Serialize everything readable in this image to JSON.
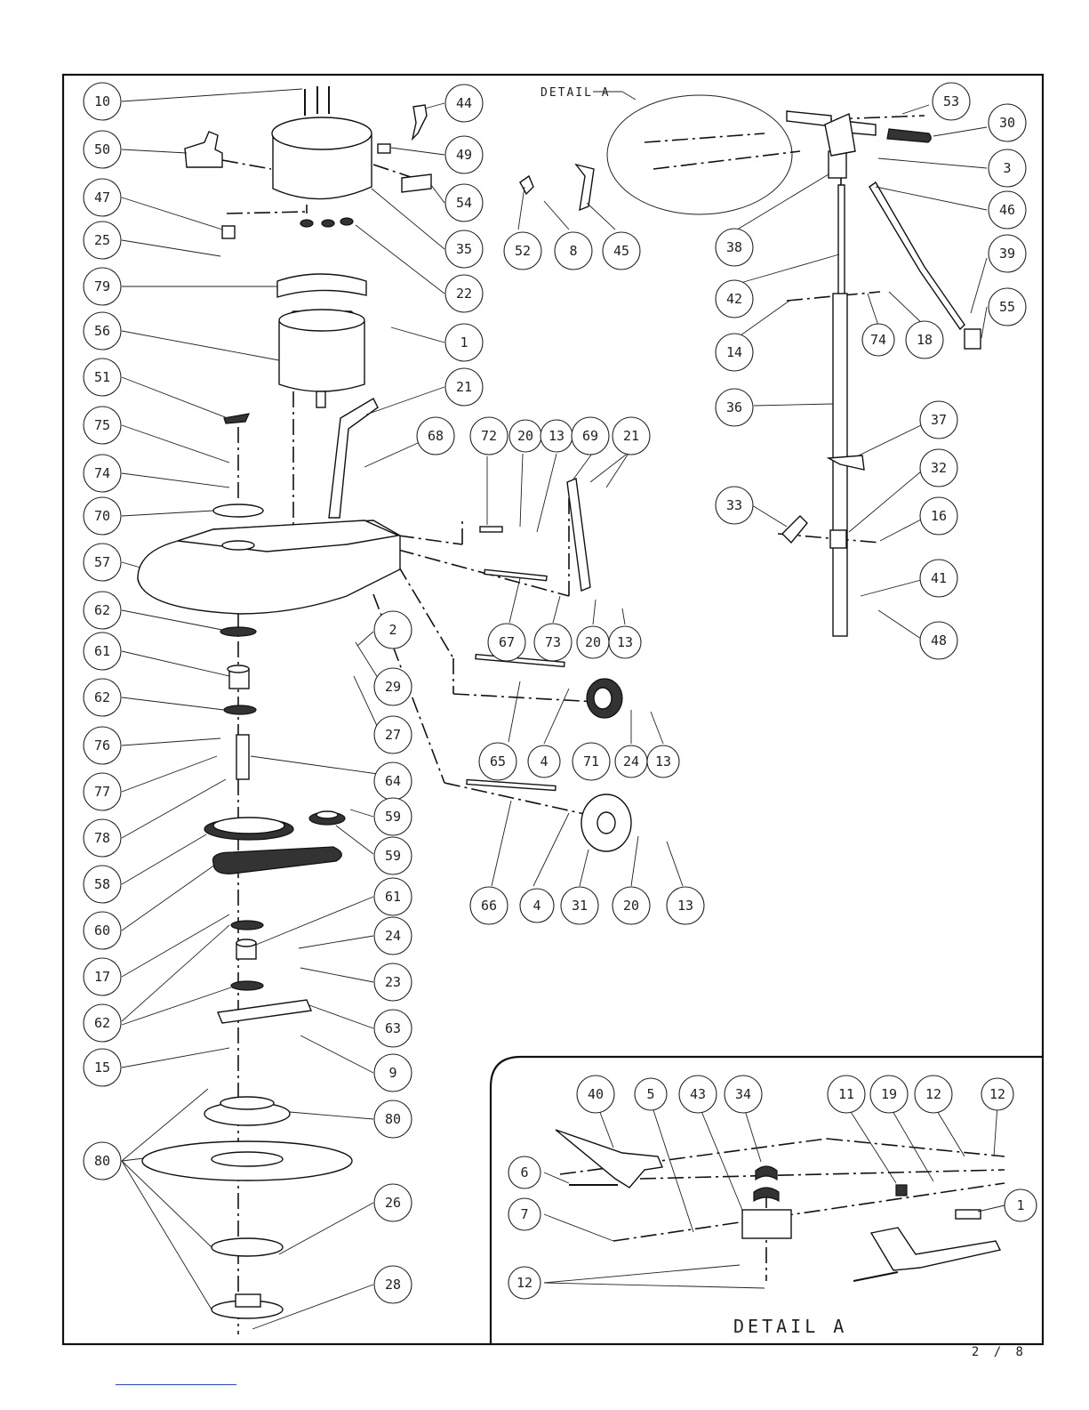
{
  "detail_label": "DETAIL A",
  "detail_inset_label": "DETAIL A",
  "page_number": "2 / 8",
  "callouts": [
    {
      "id": "c10",
      "text": "10"
    },
    {
      "id": "c50",
      "text": "50"
    },
    {
      "id": "c47",
      "text": "47"
    },
    {
      "id": "c25",
      "text": "25"
    },
    {
      "id": "c79",
      "text": "79"
    },
    {
      "id": "c56",
      "text": "56"
    },
    {
      "id": "c51",
      "text": "51"
    },
    {
      "id": "c75",
      "text": "75"
    },
    {
      "id": "c74a",
      "text": "74"
    },
    {
      "id": "c70",
      "text": "70"
    },
    {
      "id": "c57",
      "text": "57"
    },
    {
      "id": "c62a",
      "text": "62"
    },
    {
      "id": "c61a",
      "text": "61"
    },
    {
      "id": "c62b",
      "text": "62"
    },
    {
      "id": "c76",
      "text": "76"
    },
    {
      "id": "c77",
      "text": "77"
    },
    {
      "id": "c78",
      "text": "78"
    },
    {
      "id": "c58",
      "text": "58"
    },
    {
      "id": "c60",
      "text": "60"
    },
    {
      "id": "c17",
      "text": "17"
    },
    {
      "id": "c62c",
      "text": "62"
    },
    {
      "id": "c15",
      "text": "15"
    },
    {
      "id": "c80a",
      "text": "80"
    },
    {
      "id": "c44",
      "text": "44"
    },
    {
      "id": "c49",
      "text": "49"
    },
    {
      "id": "c54",
      "text": "54"
    },
    {
      "id": "c35",
      "text": "35"
    },
    {
      "id": "c22",
      "text": "22"
    },
    {
      "id": "c1a",
      "text": "1"
    },
    {
      "id": "c21a",
      "text": "21"
    },
    {
      "id": "c68",
      "text": "68"
    },
    {
      "id": "c2",
      "text": "2"
    },
    {
      "id": "c29",
      "text": "29"
    },
    {
      "id": "c27",
      "text": "27"
    },
    {
      "id": "c64",
      "text": "64"
    },
    {
      "id": "c59a",
      "text": "59"
    },
    {
      "id": "c59b",
      "text": "59"
    },
    {
      "id": "c61b",
      "text": "61"
    },
    {
      "id": "c24a",
      "text": "24"
    },
    {
      "id": "c23",
      "text": "23"
    },
    {
      "id": "c63",
      "text": "63"
    },
    {
      "id": "c9",
      "text": "9"
    },
    {
      "id": "c80b",
      "text": "80"
    },
    {
      "id": "c26",
      "text": "26"
    },
    {
      "id": "c28",
      "text": "28"
    },
    {
      "id": "c52",
      "text": "52"
    },
    {
      "id": "c8",
      "text": "8"
    },
    {
      "id": "c45",
      "text": "45"
    },
    {
      "id": "c72",
      "text": "72"
    },
    {
      "id": "c20a",
      "text": "20"
    },
    {
      "id": "c13a",
      "text": "13"
    },
    {
      "id": "c69",
      "text": "69"
    },
    {
      "id": "c21b",
      "text": "21"
    },
    {
      "id": "c67",
      "text": "67"
    },
    {
      "id": "c73",
      "text": "73"
    },
    {
      "id": "c20b",
      "text": "20"
    },
    {
      "id": "c13b",
      "text": "13"
    },
    {
      "id": "c65",
      "text": "65"
    },
    {
      "id": "c4a",
      "text": "4"
    },
    {
      "id": "c71",
      "text": "71"
    },
    {
      "id": "c24b",
      "text": "24"
    },
    {
      "id": "c13c",
      "text": "13"
    },
    {
      "id": "c66",
      "text": "66"
    },
    {
      "id": "c4b",
      "text": "4"
    },
    {
      "id": "c31",
      "text": "31"
    },
    {
      "id": "c20c",
      "text": "20"
    },
    {
      "id": "c13d",
      "text": "13"
    },
    {
      "id": "c53",
      "text": "53"
    },
    {
      "id": "c30",
      "text": "30"
    },
    {
      "id": "c3",
      "text": "3"
    },
    {
      "id": "c46",
      "text": "46"
    },
    {
      "id": "c38",
      "text": "38"
    },
    {
      "id": "c39",
      "text": "39"
    },
    {
      "id": "c55",
      "text": "55"
    },
    {
      "id": "c42",
      "text": "42"
    },
    {
      "id": "c14",
      "text": "14"
    },
    {
      "id": "c74b",
      "text": "74"
    },
    {
      "id": "c18",
      "text": "18"
    },
    {
      "id": "c36",
      "text": "36"
    },
    {
      "id": "c37",
      "text": "37"
    },
    {
      "id": "c32",
      "text": "32"
    },
    {
      "id": "c33",
      "text": "33"
    },
    {
      "id": "c16",
      "text": "16"
    },
    {
      "id": "c41",
      "text": "41"
    },
    {
      "id": "c48",
      "text": "48"
    },
    {
      "id": "c40",
      "text": "40"
    },
    {
      "id": "c5",
      "text": "5"
    },
    {
      "id": "c43",
      "text": "43"
    },
    {
      "id": "c34",
      "text": "34"
    },
    {
      "id": "c11",
      "text": "11"
    },
    {
      "id": "c19",
      "text": "19"
    },
    {
      "id": "c12a",
      "text": "12"
    },
    {
      "id": "c12b",
      "text": "12"
    },
    {
      "id": "c6",
      "text": "6"
    },
    {
      "id": "c1b",
      "text": "1"
    },
    {
      "id": "c7",
      "text": "7"
    },
    {
      "id": "c12c",
      "text": "12"
    }
  ]
}
